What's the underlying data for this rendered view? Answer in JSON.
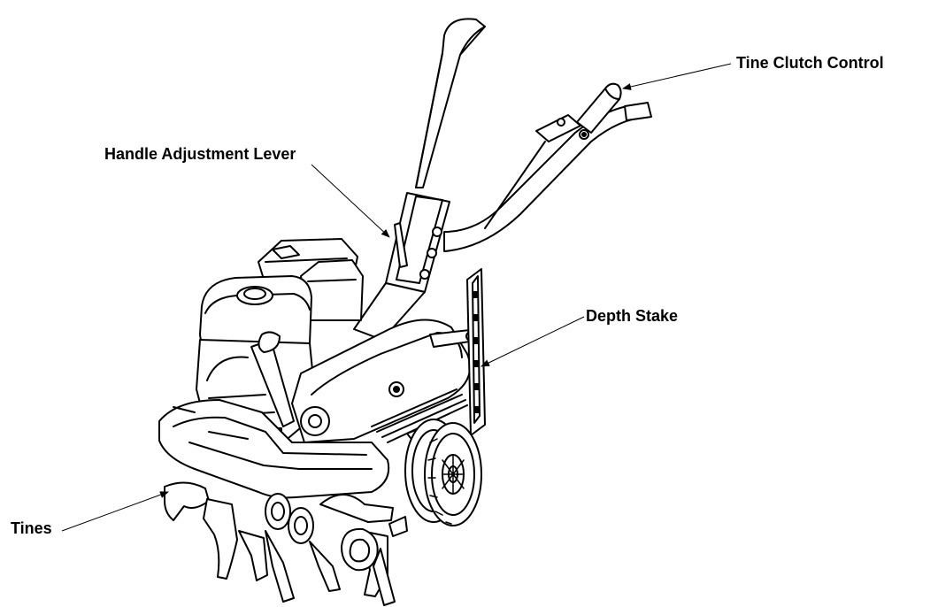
{
  "labels": {
    "tine_clutch_control": "Tine Clutch Control",
    "handle_adjustment_lever": "Handle Adjustment Lever",
    "depth_stake": "Depth Stake",
    "tines": "Tines"
  },
  "colors": {
    "ink": "#000000",
    "fill": "#ffffff",
    "shade": "#e6e6e6"
  }
}
